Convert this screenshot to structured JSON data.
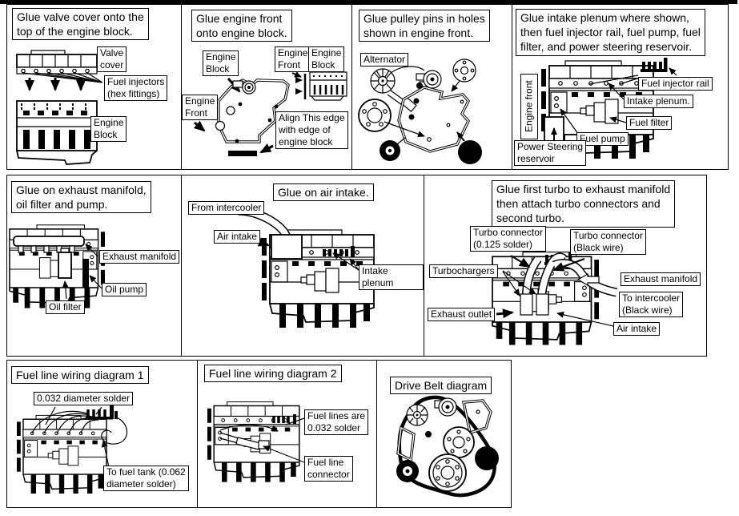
{
  "page": {
    "paper": "#ffffff",
    "ink": "#000000"
  },
  "panels": {
    "valve_cover": {
      "title": "Glue valve cover onto the\ntop of the engine block.",
      "labels": {
        "valve_cover": "Valve\ncover",
        "fuel_injectors": "Fuel injectors\n(hex fittings)",
        "engine_block": "Engine\nBlock"
      }
    },
    "engine_front": {
      "title": "Glue engine front\nonto engine block.",
      "labels": {
        "engine_block_top": "Engine\nBlock",
        "engine_front_top": "Engine\nFront",
        "engine_block_side": "Engine\nBlock",
        "engine_front_side": "Engine\nFront",
        "align_note": "Align This edge\nwith edge of\nengine block"
      }
    },
    "pulley_pins": {
      "title": "Glue pulley pins in holes\nshown in engine front.",
      "labels": {
        "alternator": "Alternator"
      }
    },
    "intake_plenum": {
      "title": "Glue intake plenum where shown,\nthen fuel injector rail, fuel pump, fuel\nfilter, and power steering reservoir.",
      "labels": {
        "engine_front": "Engine front",
        "fuel_injector_rail": "Fuel injector rail",
        "intake_plenum": "Intake plenum.",
        "fuel_filter": "Fuel filter",
        "fuel_pump": "Fuel pump",
        "power_steering": "Power Steering\nreservoir"
      }
    },
    "exhaust_manifold": {
      "title": "Glue on exhaust manifold,\noil filter and pump.",
      "labels": {
        "exhaust_manifold": "Exhaust manifold",
        "oil_pump": "Oil pump",
        "oil_filter": "Oil filter"
      }
    },
    "air_intake": {
      "title": "Glue on air intake.",
      "labels": {
        "from_intercooler": "From intercooler",
        "air_intake": "Air intake",
        "intake_plenum": "Intake plenum"
      }
    },
    "turbo": {
      "title": "Glue first turbo to exhaust manifold\nthen attach turbo connectors and\nsecond turbo.",
      "labels": {
        "turbo_connector_solder": "Turbo connector\n(0.125 solder)",
        "turbo_connector_black": "Turbo connector\n(Black wire)",
        "turbochargers": "Turbochargers",
        "exhaust_manifold": "Exhaust manifold",
        "to_intercooler": "To intercooler\n(Black wire)",
        "exhaust_outlet": "Exhaust outlet",
        "air_intake": "Air intake"
      }
    },
    "fuel_line_1": {
      "title": "Fuel line wiring diagram 1",
      "labels": {
        "solder": "0.032 diameter solder",
        "to_fuel_tank": "To fuel tank (0.062\ndiameter solder)"
      }
    },
    "fuel_line_2": {
      "title": "Fuel line wiring diagram 2",
      "labels": {
        "fuel_lines": "Fuel lines are\n0.032 solder",
        "connector": "Fuel line\nconnector"
      }
    },
    "drive_belt": {
      "title": "Drive Belt diagram"
    }
  }
}
